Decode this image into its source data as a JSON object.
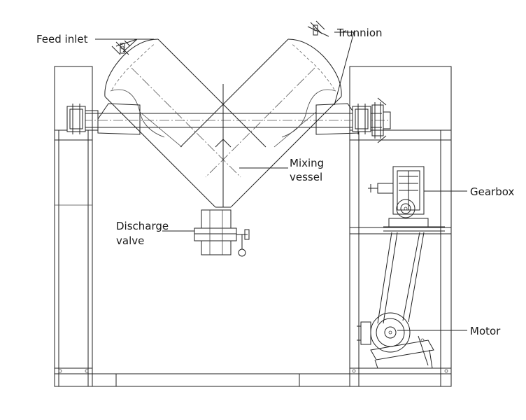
{
  "labels": {
    "feed_inlet": "Feed inlet",
    "trunnion": "Trunnion",
    "mixing_vessel": [
      "Mixing",
      "vessel"
    ],
    "discharge_valve": [
      "Discharge",
      "valve"
    ],
    "gearbox": "Gearbox",
    "motor": "Motor"
  },
  "colors": {
    "line": "#222222",
    "background": "#ffffff"
  }
}
